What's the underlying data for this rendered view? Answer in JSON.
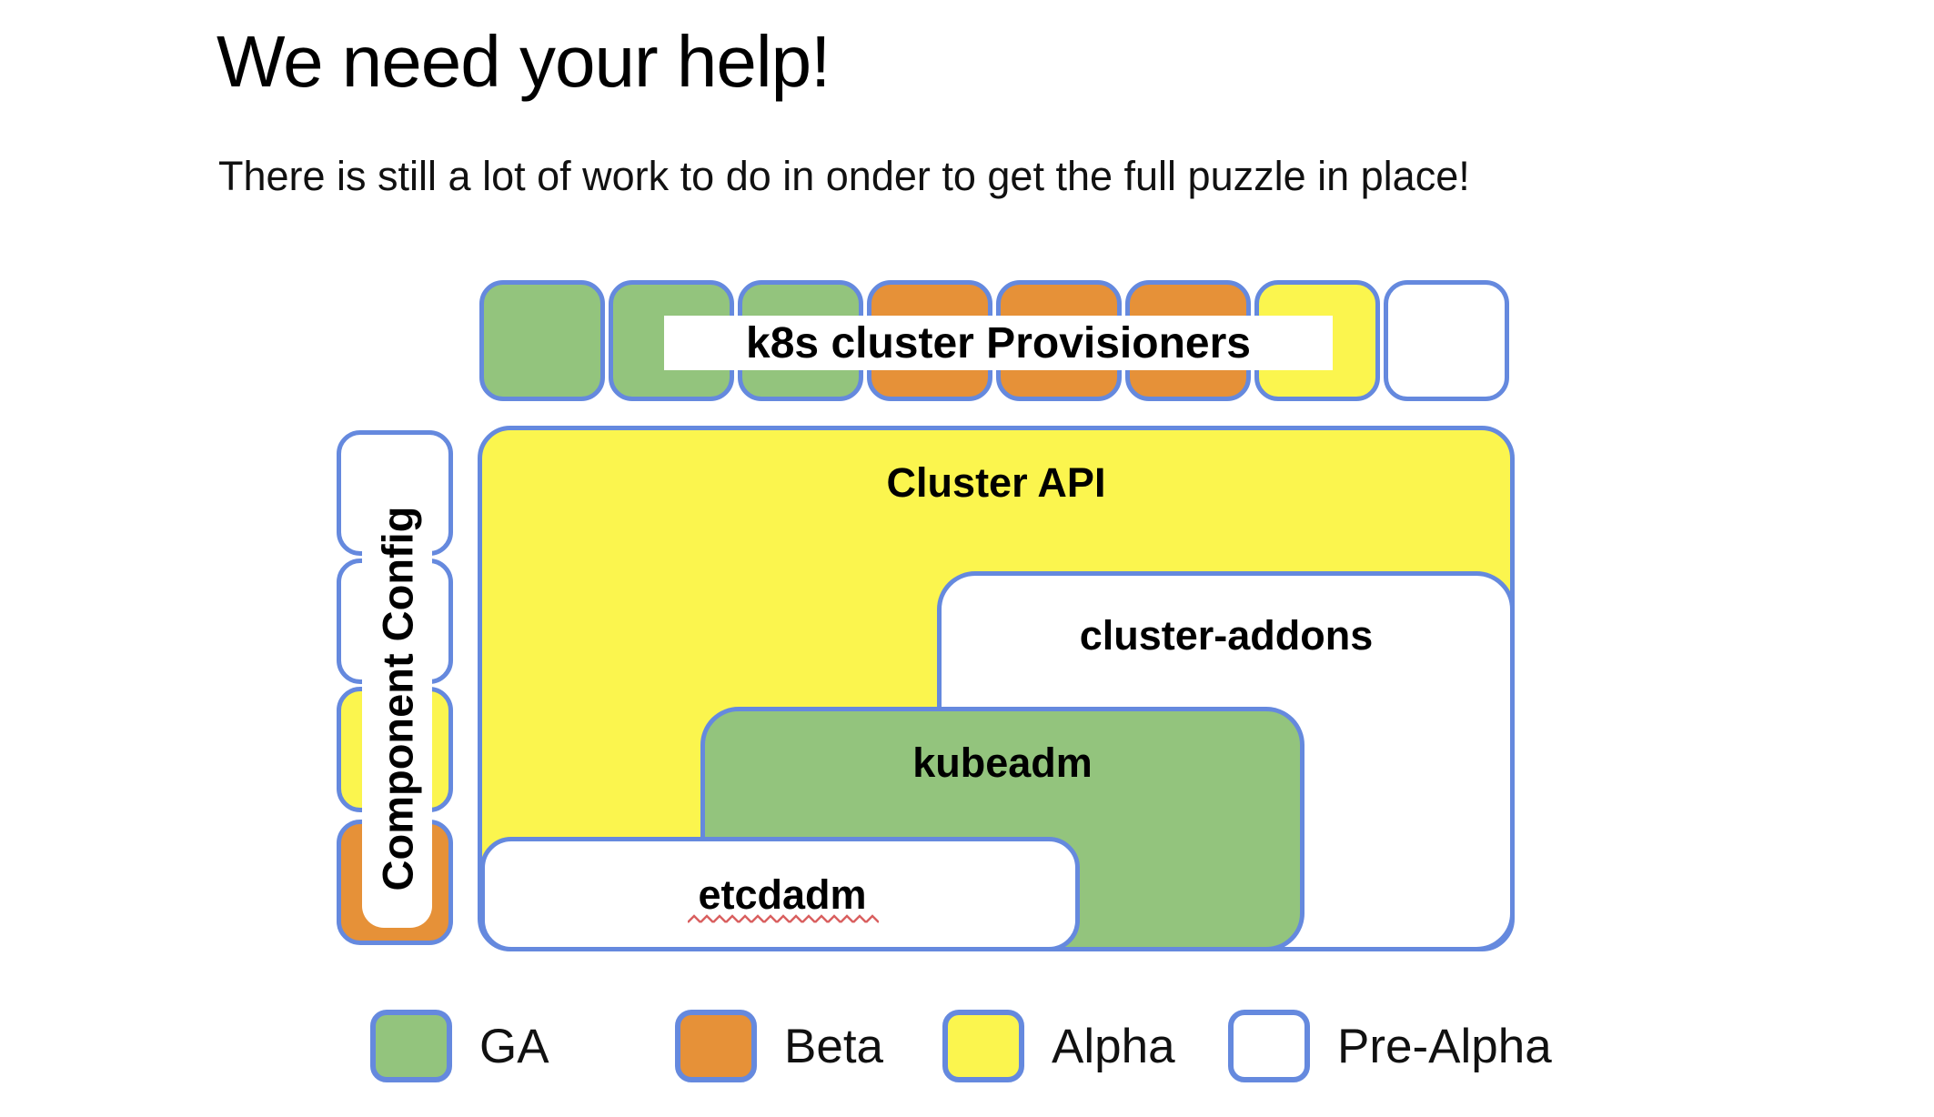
{
  "page": {
    "title": "We need your help!",
    "subtitle": "There is still a lot of work to do in onder to get the full puzzle in place!"
  },
  "diagram": {
    "provisioners_label": "k8s cluster Provisioners",
    "provisioner_squares": [
      "ga",
      "ga",
      "ga",
      "beta",
      "beta",
      "beta",
      "alpha",
      "prealpha"
    ],
    "component_config": {
      "label": "Component Config",
      "squares": [
        "prealpha",
        "prealpha",
        "alpha",
        "beta"
      ]
    },
    "boxes": [
      {
        "id": "cluster-api",
        "label": "Cluster API",
        "status": "alpha"
      },
      {
        "id": "cluster-addons",
        "label": "cluster-addons",
        "status": "prealpha"
      },
      {
        "id": "kubeadm",
        "label": "kubeadm",
        "status": "ga"
      },
      {
        "id": "etcdadm",
        "label": "etcdadm",
        "status": "prealpha",
        "spellcheck_underline": true
      }
    ]
  },
  "legend": {
    "items": [
      {
        "label": "GA",
        "status": "ga"
      },
      {
        "label": "Beta",
        "status": "beta"
      },
      {
        "label": "Alpha",
        "status": "alpha"
      },
      {
        "label": "Pre-Alpha",
        "status": "prealpha"
      }
    ]
  },
  "colors": {
    "ga": "#93C47D",
    "beta": "#E69138",
    "alpha": "#FBF54E",
    "prealpha": "#FFFFFF",
    "border": "#6589DE",
    "squiggle": "#D95F5F"
  }
}
